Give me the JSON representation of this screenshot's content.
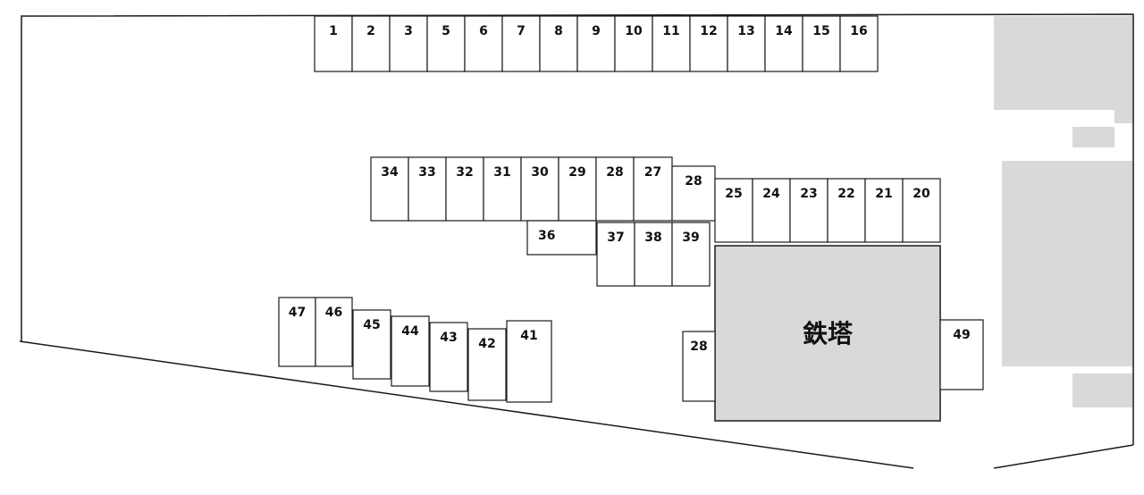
{
  "map": {
    "tower": {
      "label": "鉄塔",
      "fill": "#d9d9d9"
    },
    "building_color": "#d9d9d9",
    "slots": [
      {
        "id": "s1",
        "label": "1"
      },
      {
        "id": "s2",
        "label": "2"
      },
      {
        "id": "s3",
        "label": "3"
      },
      {
        "id": "s5",
        "label": "5"
      },
      {
        "id": "s6",
        "label": "6"
      },
      {
        "id": "s7",
        "label": "7"
      },
      {
        "id": "s8",
        "label": "8"
      },
      {
        "id": "s9",
        "label": "9"
      },
      {
        "id": "s10",
        "label": "10"
      },
      {
        "id": "s11",
        "label": "11"
      },
      {
        "id": "s12",
        "label": "12"
      },
      {
        "id": "s13",
        "label": "13"
      },
      {
        "id": "s14",
        "label": "14"
      },
      {
        "id": "s15",
        "label": "15"
      },
      {
        "id": "s16",
        "label": "16"
      },
      {
        "id": "s34",
        "label": "34"
      },
      {
        "id": "s33",
        "label": "33"
      },
      {
        "id": "s32",
        "label": "32"
      },
      {
        "id": "s31",
        "label": "31"
      },
      {
        "id": "s30",
        "label": "30"
      },
      {
        "id": "s29",
        "label": "29"
      },
      {
        "id": "s28a",
        "label": "28"
      },
      {
        "id": "s27",
        "label": "27"
      },
      {
        "id": "s28b",
        "label": "28"
      },
      {
        "id": "s25",
        "label": "25"
      },
      {
        "id": "s24",
        "label": "24"
      },
      {
        "id": "s23",
        "label": "23"
      },
      {
        "id": "s22",
        "label": "22"
      },
      {
        "id": "s21",
        "label": "21"
      },
      {
        "id": "s20",
        "label": "20"
      },
      {
        "id": "s36",
        "label": "36"
      },
      {
        "id": "s37",
        "label": "37"
      },
      {
        "id": "s38",
        "label": "38"
      },
      {
        "id": "s39",
        "label": "39"
      },
      {
        "id": "s47",
        "label": "47"
      },
      {
        "id": "s46",
        "label": "46"
      },
      {
        "id": "s45",
        "label": "45"
      },
      {
        "id": "s44",
        "label": "44"
      },
      {
        "id": "s43",
        "label": "43"
      },
      {
        "id": "s42",
        "label": "42"
      },
      {
        "id": "s41",
        "label": "41"
      },
      {
        "id": "s28c",
        "label": "28"
      },
      {
        "id": "s49",
        "label": "49"
      }
    ]
  }
}
